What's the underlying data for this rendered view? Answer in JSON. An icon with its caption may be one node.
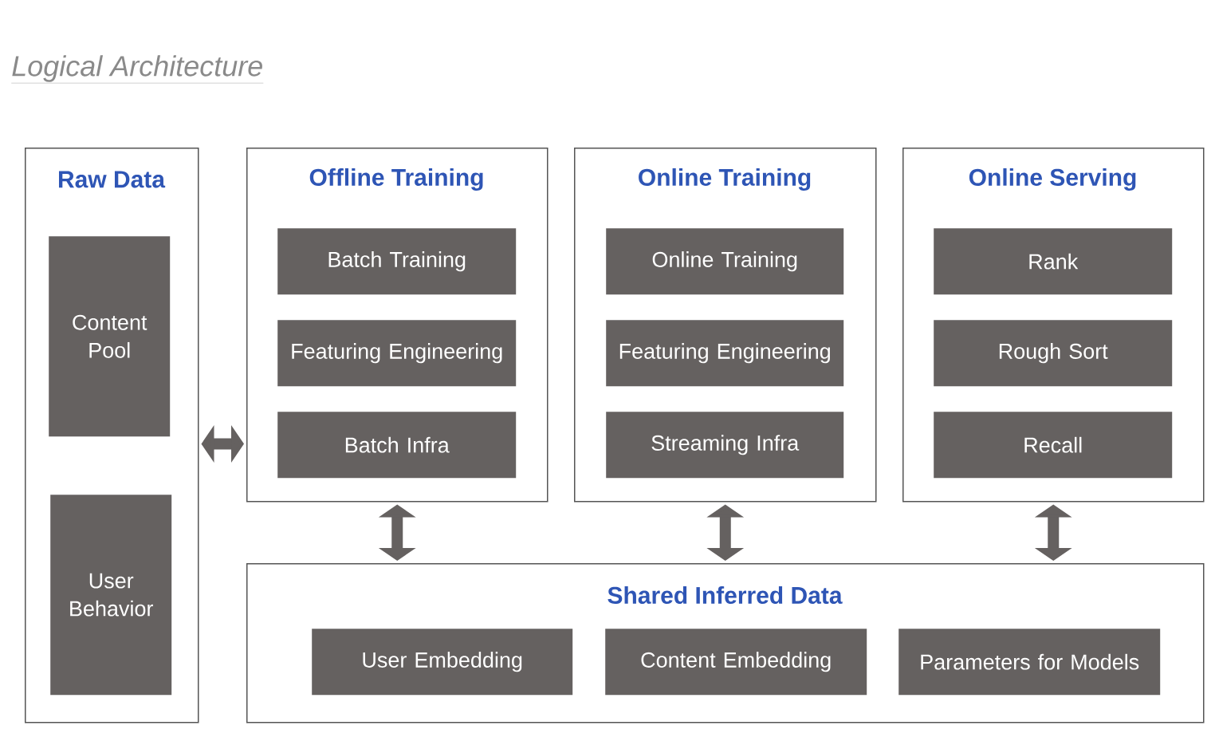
{
  "diagram": {
    "title": "Logical Architecture",
    "nodes": [
      {
        "text": [
          "Raw Data"
        ]
      },
      {
        "text": [
          "Content Pool"
        ],
        "in": 0
      },
      {
        "text": [
          "User Behavior"
        ],
        "in": 0
      },
      {
        "text": [
          "Offline Training"
        ]
      },
      {
        "text": [
          "Batch Training"
        ],
        "in": 3
      },
      {
        "text": [
          "Featuring Engineering"
        ],
        "in": 3
      },
      {
        "text": [
          "Batch Infra"
        ],
        "in": 3
      },
      {
        "text": [
          "Online Training"
        ]
      },
      {
        "text": [
          "Online Training"
        ],
        "in": 7
      },
      {
        "text": [
          "Featuring Engineering"
        ],
        "in": 7
      },
      {
        "text": [
          "Streaming Infra"
        ],
        "in": 7
      },
      {
        "text": [
          "Online Serving"
        ]
      },
      {
        "text": [
          "Rank"
        ],
        "in": 11
      },
      {
        "text": [
          "Rough Sort"
        ],
        "in": 11
      },
      {
        "text": [
          "Recall"
        ],
        "in": 11
      },
      {
        "text": [
          "Shared Inferred Data"
        ]
      },
      {
        "text": [
          "User Embedding"
        ],
        "in": 15
      },
      {
        "text": [
          "Content Embedding"
        ],
        "in": 15
      },
      {
        "text": [
          "Parameters for Models"
        ],
        "in": 15
      }
    ],
    "edges": [
      {
        "from": 0,
        "to": 3,
        "arrow": "both"
      },
      {
        "from": 3,
        "to": 15,
        "arrow": "both"
      },
      {
        "from": 7,
        "to": 15,
        "arrow": "both"
      },
      {
        "from": 11,
        "to": 15,
        "arrow": "both"
      }
    ]
  }
}
